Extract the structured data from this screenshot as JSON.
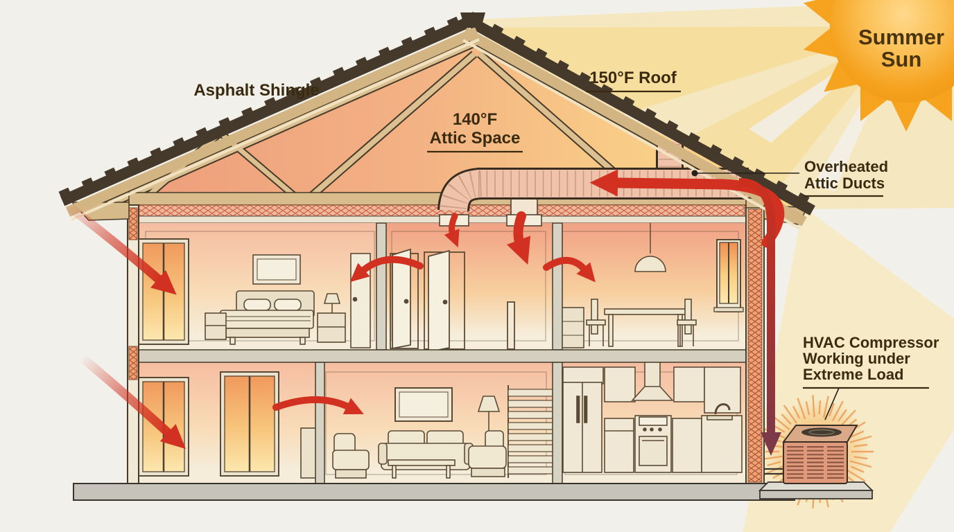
{
  "labels": {
    "summer_sun": {
      "line1": "Summer",
      "line2": "Sun"
    },
    "asphalt_shingle": {
      "text": "Asphalt Shingle"
    },
    "roof": {
      "text": "150°F Roof"
    },
    "attic": {
      "line1": "140°F",
      "line2": "Attic Space"
    },
    "ducts": {
      "line1": "Overheated",
      "line2": "Attic Ducts"
    },
    "hvac": {
      "line1": "HVAC Compressor",
      "line2": "Working under",
      "line3": "Extreme Load"
    }
  },
  "colors": {
    "background": "#f2f0ea",
    "label_text": "#3a2b10",
    "sun_text": "#4a3410",
    "sun_core": "#f6a41f",
    "sun_highlight": "#ffd98c",
    "sun_beam": "#f8d480",
    "roof_shingle": "#45392b",
    "wood": "#d7ba8a",
    "truss_wood": "#dcc091",
    "attic_hot_left": "#ee9c7a",
    "attic_warm_right": "#f9d98d",
    "insulation_fill": "#f0a277",
    "insulation_hatch": "#b05a36",
    "wall_cream": "#efe9d6",
    "room_heat_top": "#f5bda1",
    "room_cool_bottom": "#f5ecd9",
    "window_glow_top": "#f19a5e",
    "window_glow_bottom": "#fce7ae",
    "heat_arrow": "#d23020",
    "refrigerant_cold_end": "#7c3a49",
    "duct_fill": "#eec3a9",
    "foundation": "#c5c3ba",
    "hvac_body": "#e0997b",
    "hvac_glow": "#f7b763",
    "outline": "#463a28"
  }
}
